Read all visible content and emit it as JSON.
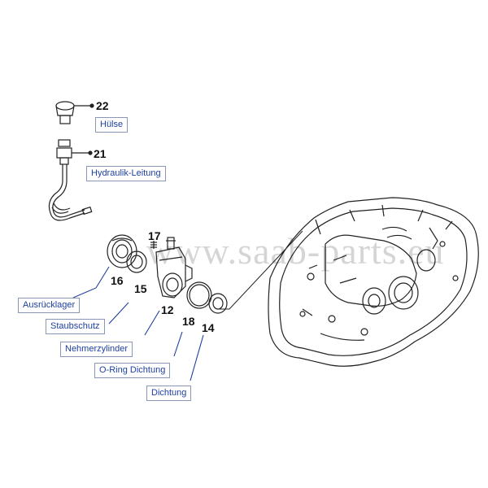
{
  "watermark": "www.saab-parts.eu",
  "parts": [
    {
      "number": "22",
      "name": "Hülse"
    },
    {
      "number": "21",
      "name": "Hydraulik-Leitung"
    },
    {
      "number": "17",
      "name": ""
    },
    {
      "number": "16",
      "name": "Ausrücklager"
    },
    {
      "number": "15",
      "name": "Staubschutz"
    },
    {
      "number": "12",
      "name": "Nehmerzylinder"
    },
    {
      "number": "18",
      "name": "O-Ring Dichtung"
    },
    {
      "number": "14",
      "name": "Dichtung"
    }
  ],
  "colors": {
    "label_text": "#1f3fa0",
    "leader": "#1f3fa0",
    "line_art": "#222222"
  }
}
